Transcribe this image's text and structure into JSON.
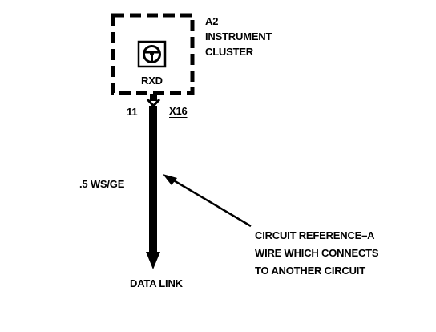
{
  "component": {
    "id": "A2",
    "name_line1": "INSTRUMENT",
    "name_line2": "CLUSTER",
    "pin_label": "RXD",
    "icon": "steering-wheel-icon"
  },
  "connector": {
    "pin_number": "11",
    "connector_id": "X16"
  },
  "wire": {
    "label": ".5 WS/GE"
  },
  "destination": {
    "label": "DATA LINK"
  },
  "annotation": {
    "line1": "CIRCUIT REFERENCE–A",
    "line2": "WIRE WHICH CONNECTS",
    "line3": "TO ANOTHER CIRCUIT"
  },
  "colors": {
    "ink": "#000000",
    "background": "#ffffff"
  }
}
